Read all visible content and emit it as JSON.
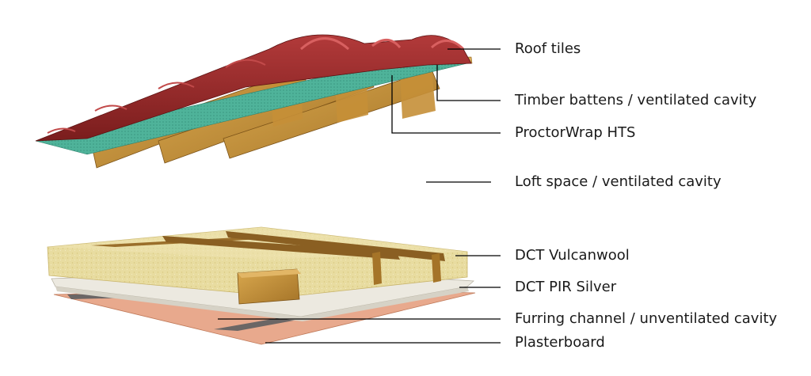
{
  "labels": {
    "roof_tiles": "Roof tiles",
    "timber_battens": "Timber battens / ventilated cavity",
    "proctorwrap": "ProctorWrap HTS",
    "loft_space": "Loft space / ventilated cavity",
    "vulcanwool": "DCT Vulcanwool",
    "pir_silver": "DCT PIR Silver",
    "furring_channel": "Furring channel / unventilated cavity",
    "plasterboard": "Plasterboard"
  },
  "colors": {
    "tile": "#9b2a2a",
    "tile_dark": "#6e1717",
    "membrane": "#4fb39a",
    "timber": "#c8963e",
    "timber_dark": "#8d6020",
    "wool": "#e8dca0",
    "pir": "#ece9e0",
    "plasterboard": "#e8a98d",
    "leader": "#000000"
  }
}
